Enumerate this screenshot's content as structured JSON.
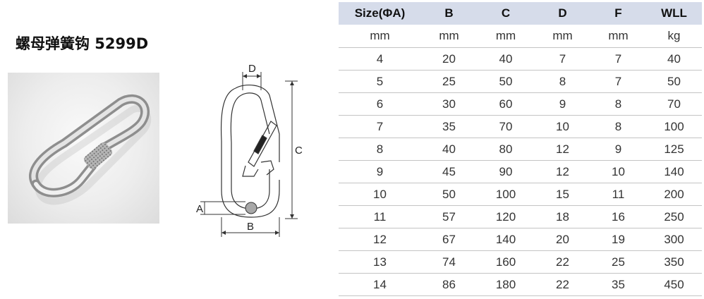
{
  "title": "螺母弹簧钩 5299D",
  "drawing_labels": {
    "d": "D",
    "c": "C",
    "a": "A",
    "b": "B"
  },
  "table": {
    "headers": [
      "Size(ΦA)",
      "B",
      "C",
      "D",
      "F",
      "WLL"
    ],
    "units": [
      "mm",
      "mm",
      "mm",
      "mm",
      "mm",
      "kg"
    ],
    "rows": [
      [
        "4",
        "20",
        "40",
        "7",
        "7",
        "40"
      ],
      [
        "5",
        "25",
        "50",
        "8",
        "7",
        "50"
      ],
      [
        "6",
        "30",
        "60",
        "9",
        "8",
        "70"
      ],
      [
        "7",
        "35",
        "70",
        "10",
        "8",
        "100"
      ],
      [
        "8",
        "40",
        "80",
        "12",
        "9",
        "125"
      ],
      [
        "9",
        "45",
        "90",
        "12",
        "10",
        "140"
      ],
      [
        "10",
        "50",
        "100",
        "15",
        "11",
        "200"
      ],
      [
        "11",
        "57",
        "120",
        "18",
        "16",
        "250"
      ],
      [
        "12",
        "67",
        "140",
        "20",
        "19",
        "300"
      ],
      [
        "13",
        "74",
        "160",
        "22",
        "25",
        "350"
      ],
      [
        "14",
        "86",
        "180",
        "22",
        "35",
        "450"
      ]
    ]
  }
}
